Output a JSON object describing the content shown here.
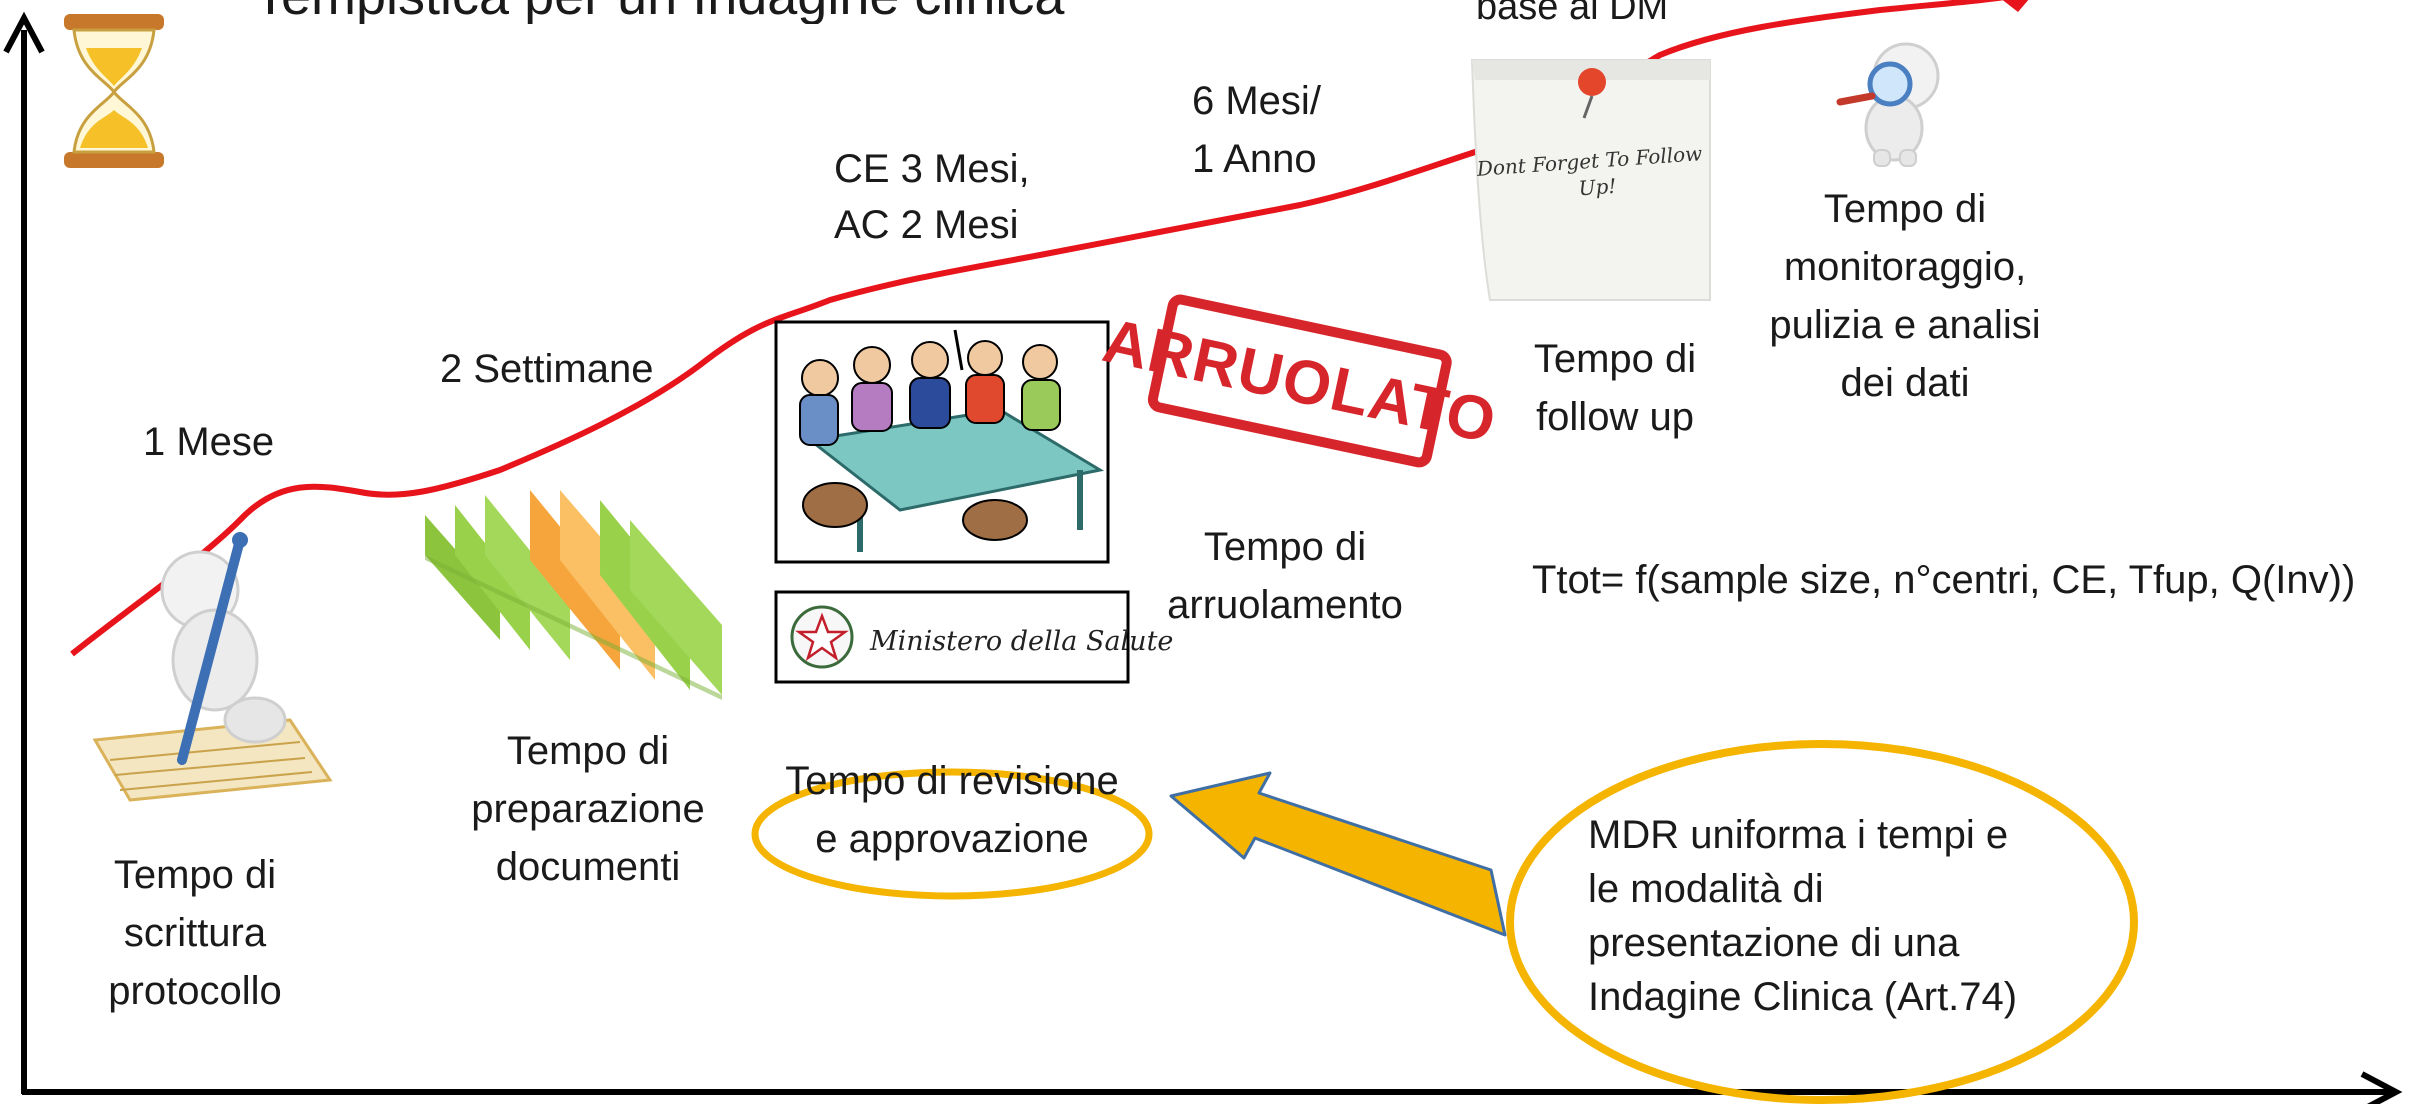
{
  "title": "Tempistica per un Indagine clinica",
  "top_note": "base al DM",
  "durations": {
    "d1": "1 Mese",
    "d2": "2 Settimane",
    "d3_line1": "CE 3 Mesi,",
    "d3_line2": "AC 2 Mesi",
    "d4_line1": "6 Mesi/",
    "d4_line2": "1 Anno"
  },
  "phases": {
    "p1": [
      "Tempo di",
      "scrittura",
      "protocollo"
    ],
    "p2": [
      "Tempo di",
      "preparazione",
      "documenti"
    ],
    "p3": [
      "Tempo di revisione",
      "e approvazione"
    ],
    "p4": [
      "Tempo di",
      "arruolamento"
    ],
    "p5": [
      "Tempo di",
      "follow up"
    ],
    "p6": [
      "Tempo di",
      "monitoraggio,",
      "pulizia e analisi",
      "dei dati"
    ]
  },
  "stamp_text": "ARRUOLATO",
  "sticky_note_text": [
    "Dont Forget To Follow",
    "Up!"
  ],
  "ministry_text": "Ministero della Salute",
  "formula": "Ttot= f(sample size, n°centri, CE, Tfup, Q(Inv))",
  "mdr_note": [
    "MDR uniforma i tempi e",
    "le modalità di",
    "presentazione di una",
    "Indagine Clinica (Art.74)"
  ],
  "colors": {
    "curve": "#e8141c",
    "highlight": "#f5b400",
    "arrow_border": "#3f6fa5",
    "axis": "#000000",
    "folder_green": "#9ad14b",
    "folder_orange": "#f6a43c",
    "stamp_red": "#d7262b"
  },
  "icons": [
    "hourglass-icon",
    "writer-figure-icon",
    "folders-icon",
    "meeting-icon",
    "ministry-seal-icon",
    "stamp-icon",
    "sticky-note-icon",
    "magnifier-figure-icon"
  ]
}
